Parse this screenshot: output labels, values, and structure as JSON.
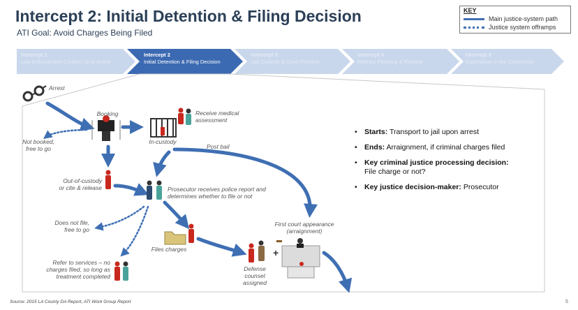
{
  "title": "Intercept 2: Initial Detention & Filing Decision",
  "subtitle": "ATI Goal: Avoid Charges Being Filed",
  "key": {
    "title": "KEY",
    "main_path": "Main justice-system path",
    "offramps": "Justice system offramps"
  },
  "intercepts": [
    {
      "name": "Intercept 1",
      "desc": "Law Enforcement Contact Up to Arrest"
    },
    {
      "name": "Intercept 2",
      "desc": "Initial Detention & Filing Decision"
    },
    {
      "name": "Intercept 3",
      "desc": "Jail Custody & Court Process"
    },
    {
      "name": "Intercept 4",
      "desc": "Reentry Planning & Release"
    },
    {
      "name": "Intercept 5",
      "desc": "Supervision in the Community"
    }
  ],
  "flow": {
    "arrest": "Arrest",
    "booking": "Booking",
    "receive_medical_1": "Receive medical",
    "receive_medical_2": "assessment",
    "not_booked_1": "Not booked,",
    "not_booked_2": "free to go",
    "in_custody": "In-custody",
    "post_bail": "Post bail",
    "out_custody_1": "Out-of-custody",
    "out_custody_2": "or cite & release",
    "prosecutor_1": "Prosecutor receives police report and",
    "prosecutor_2": "determines whether to file or not",
    "does_not_file_1": "Does not file,",
    "does_not_file_2": "free to go",
    "files_charges": "Files charges",
    "first_court_1": "First court appearance",
    "first_court_2": "(arraignment)",
    "refer_1": "Refer to services – no",
    "refer_2": "charges filed, so long as",
    "refer_3": "treatment completed",
    "defense_1": "Defense",
    "defense_2": "counsel",
    "defense_3": "assigned",
    "plus": "+"
  },
  "bullets": [
    {
      "key": "Starts:",
      "text": "Transport to jail upon arrest"
    },
    {
      "key": "Ends:",
      "text": "Arraignment, if criminal charges filed"
    },
    {
      "key": "Key criminal justice processing decision:",
      "text": "File charge or not?"
    },
    {
      "key": "Key justice decision-maker:",
      "text": "Prosecutor"
    }
  ],
  "source": "Source: 2015 LA County DA Report, ATI Work Group Report",
  "page_number": "5",
  "colors": {
    "navy": "#2b3f57",
    "path_blue": "#3f6fb3",
    "chevron_active": "#3c6ab2",
    "chevron_inactive": "#c9d7ec",
    "figure_red": "#c8281e",
    "figure_teal": "#4aa39a"
  }
}
